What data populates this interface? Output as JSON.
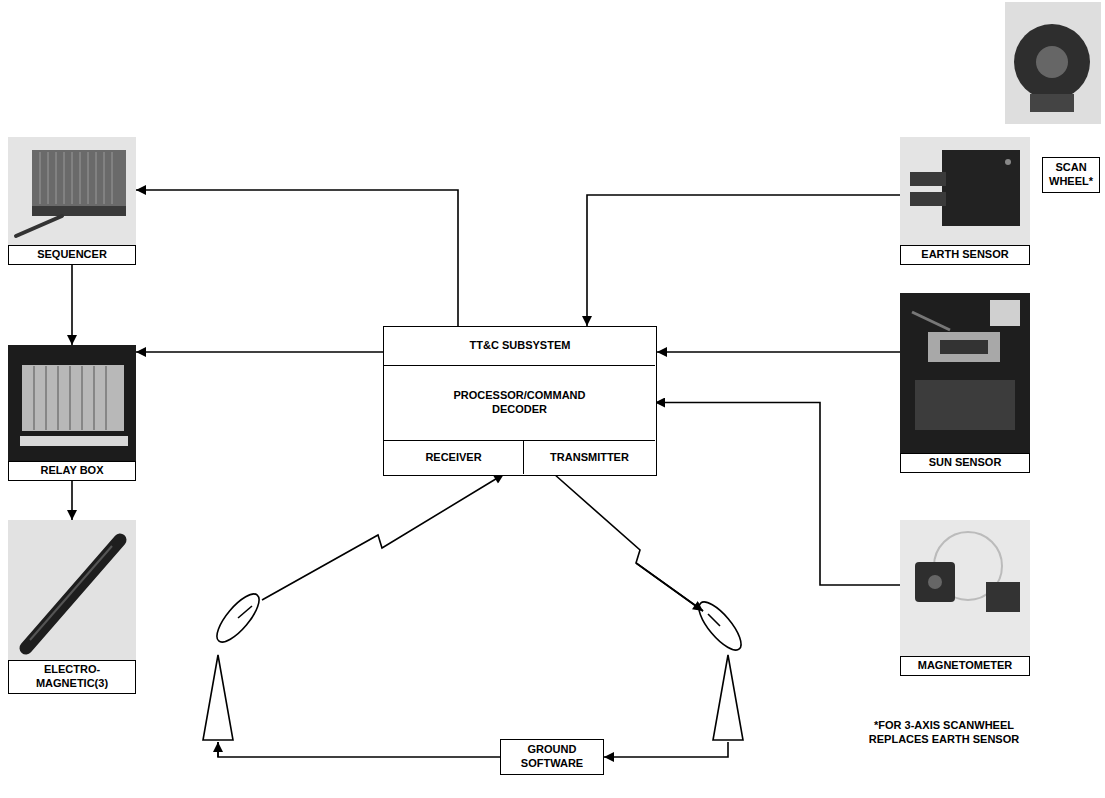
{
  "diagram": {
    "nodes": [
      {
        "text": [
          "SEQUENCER"
        ]
      },
      {
        "text": [
          "SCAN WHEEL*"
        ]
      },
      {
        "text": [
          "EARTH SENSOR"
        ]
      },
      {
        "text": [
          "TT&C SUBSYSTEM"
        ]
      },
      {
        "text": [
          "PROCESSOR/COMMAND DECODER"
        ],
        "in": 3
      },
      {
        "text": [
          "RECEIVER"
        ],
        "in": 3
      },
      {
        "text": [
          "TRANSMITTER"
        ],
        "in": 3
      },
      {
        "text": [
          "RELAY BOX"
        ]
      },
      {
        "text": [
          "SUN SENSOR"
        ]
      },
      {
        "text": [
          "ELECTRO- MAGNETIC(3)"
        ]
      },
      {
        "text": [
          "MAGNETOMETER"
        ]
      },
      {
        "text": [
          "GROUND SOFTWARE"
        ]
      }
    ],
    "edges": [
      {
        "from": 3,
        "to": 0,
        "arrow": "to"
      },
      {
        "from": 0,
        "to": 7,
        "arrow": "to"
      },
      {
        "from": 3,
        "to": 7,
        "arrow": "to"
      },
      {
        "from": 7,
        "to": 9,
        "arrow": "to"
      },
      {
        "from": 2,
        "to": 3,
        "arrow": "to"
      },
      {
        "from": 8,
        "to": 3,
        "arrow": "to"
      },
      {
        "from": 10,
        "to": 4,
        "arrow": "to"
      },
      {
        "from": 6,
        "to": 11,
        "arrow": "to"
      },
      {
        "from": 11,
        "to": 5,
        "arrow": "to"
      }
    ],
    "labels": [
      "*FOR 3-AXIS SCANWHEEL REPLACES EARTH SENSOR"
    ]
  }
}
